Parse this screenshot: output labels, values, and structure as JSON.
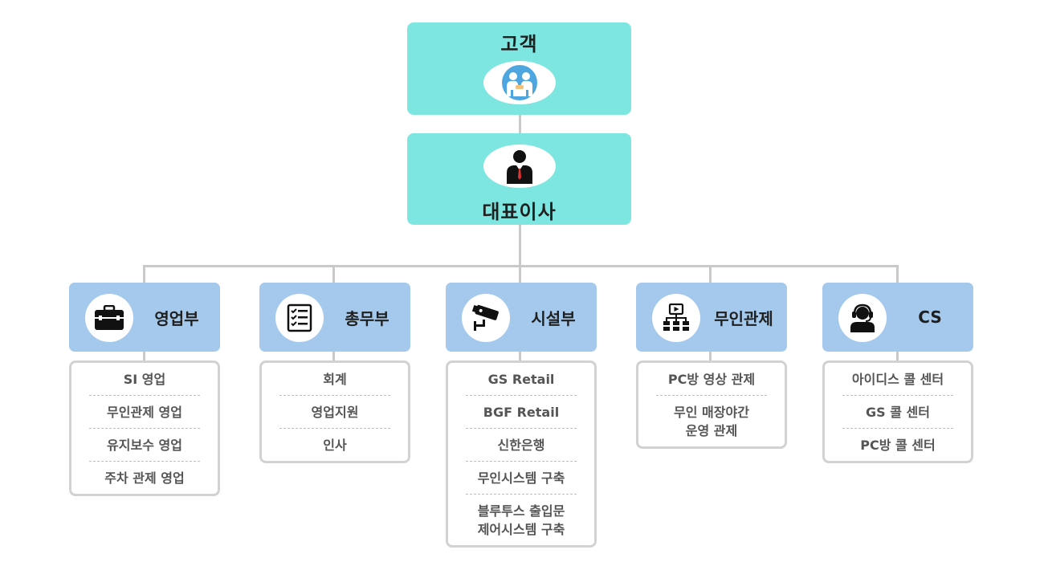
{
  "customer": {
    "title": "고객",
    "icon": "handshake-icon"
  },
  "ceo": {
    "title": "대표이사",
    "icon": "businessman-icon"
  },
  "departments": [
    {
      "name": "영업부",
      "icon": "briefcase-icon",
      "items": [
        "SI 영업",
        "무인관제 영업",
        "유지보수 영업",
        "주차 관제 영업"
      ]
    },
    {
      "name": "총무부",
      "icon": "checklist-icon",
      "items": [
        "회계",
        "영업지원",
        "인사"
      ]
    },
    {
      "name": "시설부",
      "icon": "cctv-camera-icon",
      "items": [
        "GS Retail",
        "BGF Retail",
        "신한은행",
        "무인시스템 구축",
        "블루투스 출입문\n제어시스템 구축"
      ]
    },
    {
      "name": "무인관제",
      "icon": "monitoring-network-icon",
      "items": [
        "PC방 영상 관제",
        "무인 매장야간\n운영 관제"
      ]
    },
    {
      "name": "CS",
      "icon": "headset-agent-icon",
      "items": [
        "아이디스 콜 센터",
        "GS 콜 센터",
        "PC방 콜 센터"
      ]
    }
  ],
  "colors": {
    "top_box": "#7ee6e0",
    "dept_head": "#a4c9ec",
    "connector": "#c9c9c9",
    "list_border": "#d2d2d2"
  }
}
